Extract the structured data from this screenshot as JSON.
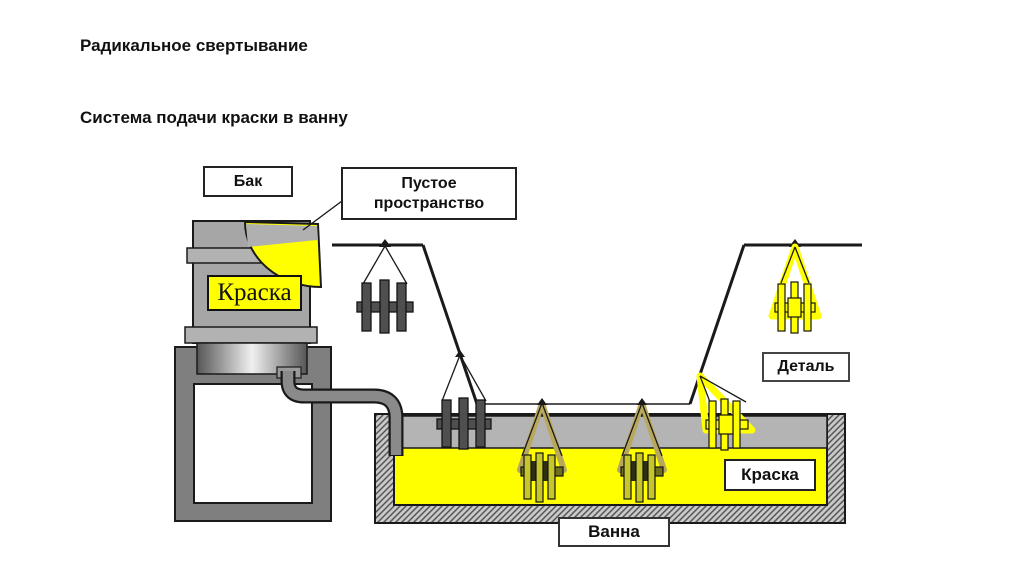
{
  "slide": {
    "title": "Радикальное свертывание",
    "subtitle": "Система подачи краски в ванну"
  },
  "labels": {
    "tank": "Бак",
    "empty_space": "Пустое пространство",
    "paint_in_tank": "Краска",
    "part": "Деталь",
    "paint_in_bath": "Краска",
    "bath": "Ванна"
  },
  "colors": {
    "paint_yellow": "#ffff00",
    "tank_gray": "#a6a6a6",
    "stand_gray": "#7f7f7f",
    "bath_air_gray": "#b4b4b4",
    "hatch_base_gray": "#c9c9c9",
    "dark_part_gray": "#4f4f4f",
    "submerged_part_olive": "#c6c62c",
    "outline_black": "#1a1a1a"
  },
  "diagram": {
    "type": "process-diagram",
    "hanging_parts_states": [
      "unpainted",
      "unpainted-entering",
      "submerged",
      "submerged",
      "painted-exiting",
      "painted"
    ]
  }
}
